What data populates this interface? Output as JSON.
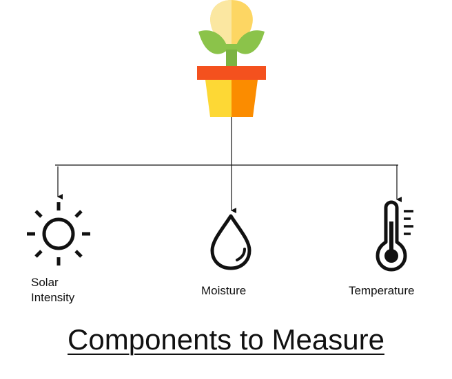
{
  "diagram": {
    "root": {
      "icon": "potted-plant-lightbulb-icon",
      "colors": {
        "bulb": "#FDD663",
        "bulb_light": "#FBE7A1",
        "leaves": "#8BC34A",
        "stem": "#7CB342",
        "pot_rim": "#F4511E",
        "pot_left": "#FDD835",
        "pot_right": "#FB8C00"
      }
    },
    "components": [
      {
        "id": "solar",
        "icon": "sun-icon",
        "label": "Solar\nIntensity"
      },
      {
        "id": "moisture",
        "icon": "water-drop-icon",
        "label": "Moisture"
      },
      {
        "id": "temperature",
        "icon": "thermometer-icon",
        "label": "Temperature"
      }
    ],
    "title": "Components to Measure",
    "line_color": "#111111"
  }
}
